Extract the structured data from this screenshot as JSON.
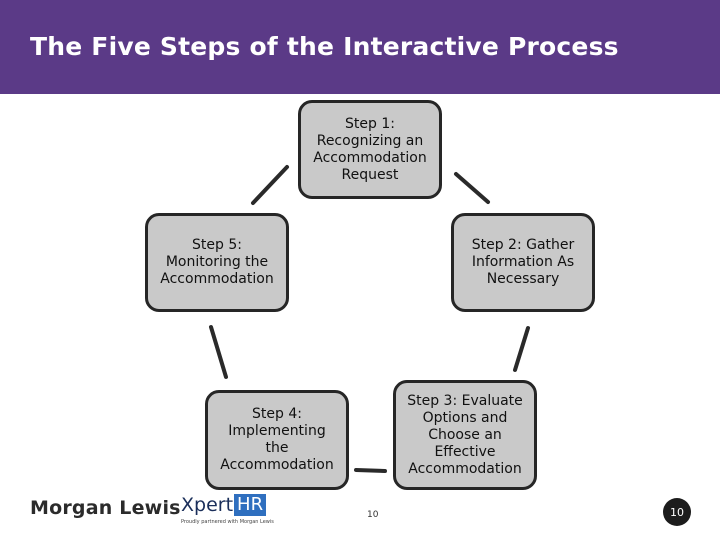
{
  "header": {
    "title": "The Five Steps of the Interactive Process",
    "background_color": "#5b3a87"
  },
  "steps": [
    {
      "label": "Step 1:\nRecognizing an\nAccommodation\nRequest"
    },
    {
      "label": "Step 2: Gather\nInformation As\nNecessary"
    },
    {
      "label": "Step 3: Evaluate\nOptions and\nChoose an\nEffective\nAccommodation"
    },
    {
      "label": "Step 4:\nImplementing\nthe\nAccommodation"
    },
    {
      "label": "Step 5:\nMonitoring the\nAccommodation"
    }
  ],
  "footer": {
    "logo_left": "Morgan Lewis",
    "logo_right_word": "Xpert",
    "logo_right_badge": "HR",
    "logo_right_tagline": "Proudly partnered with Morgan Lewis",
    "page_number_small": "10",
    "page_number_badge": "10"
  }
}
